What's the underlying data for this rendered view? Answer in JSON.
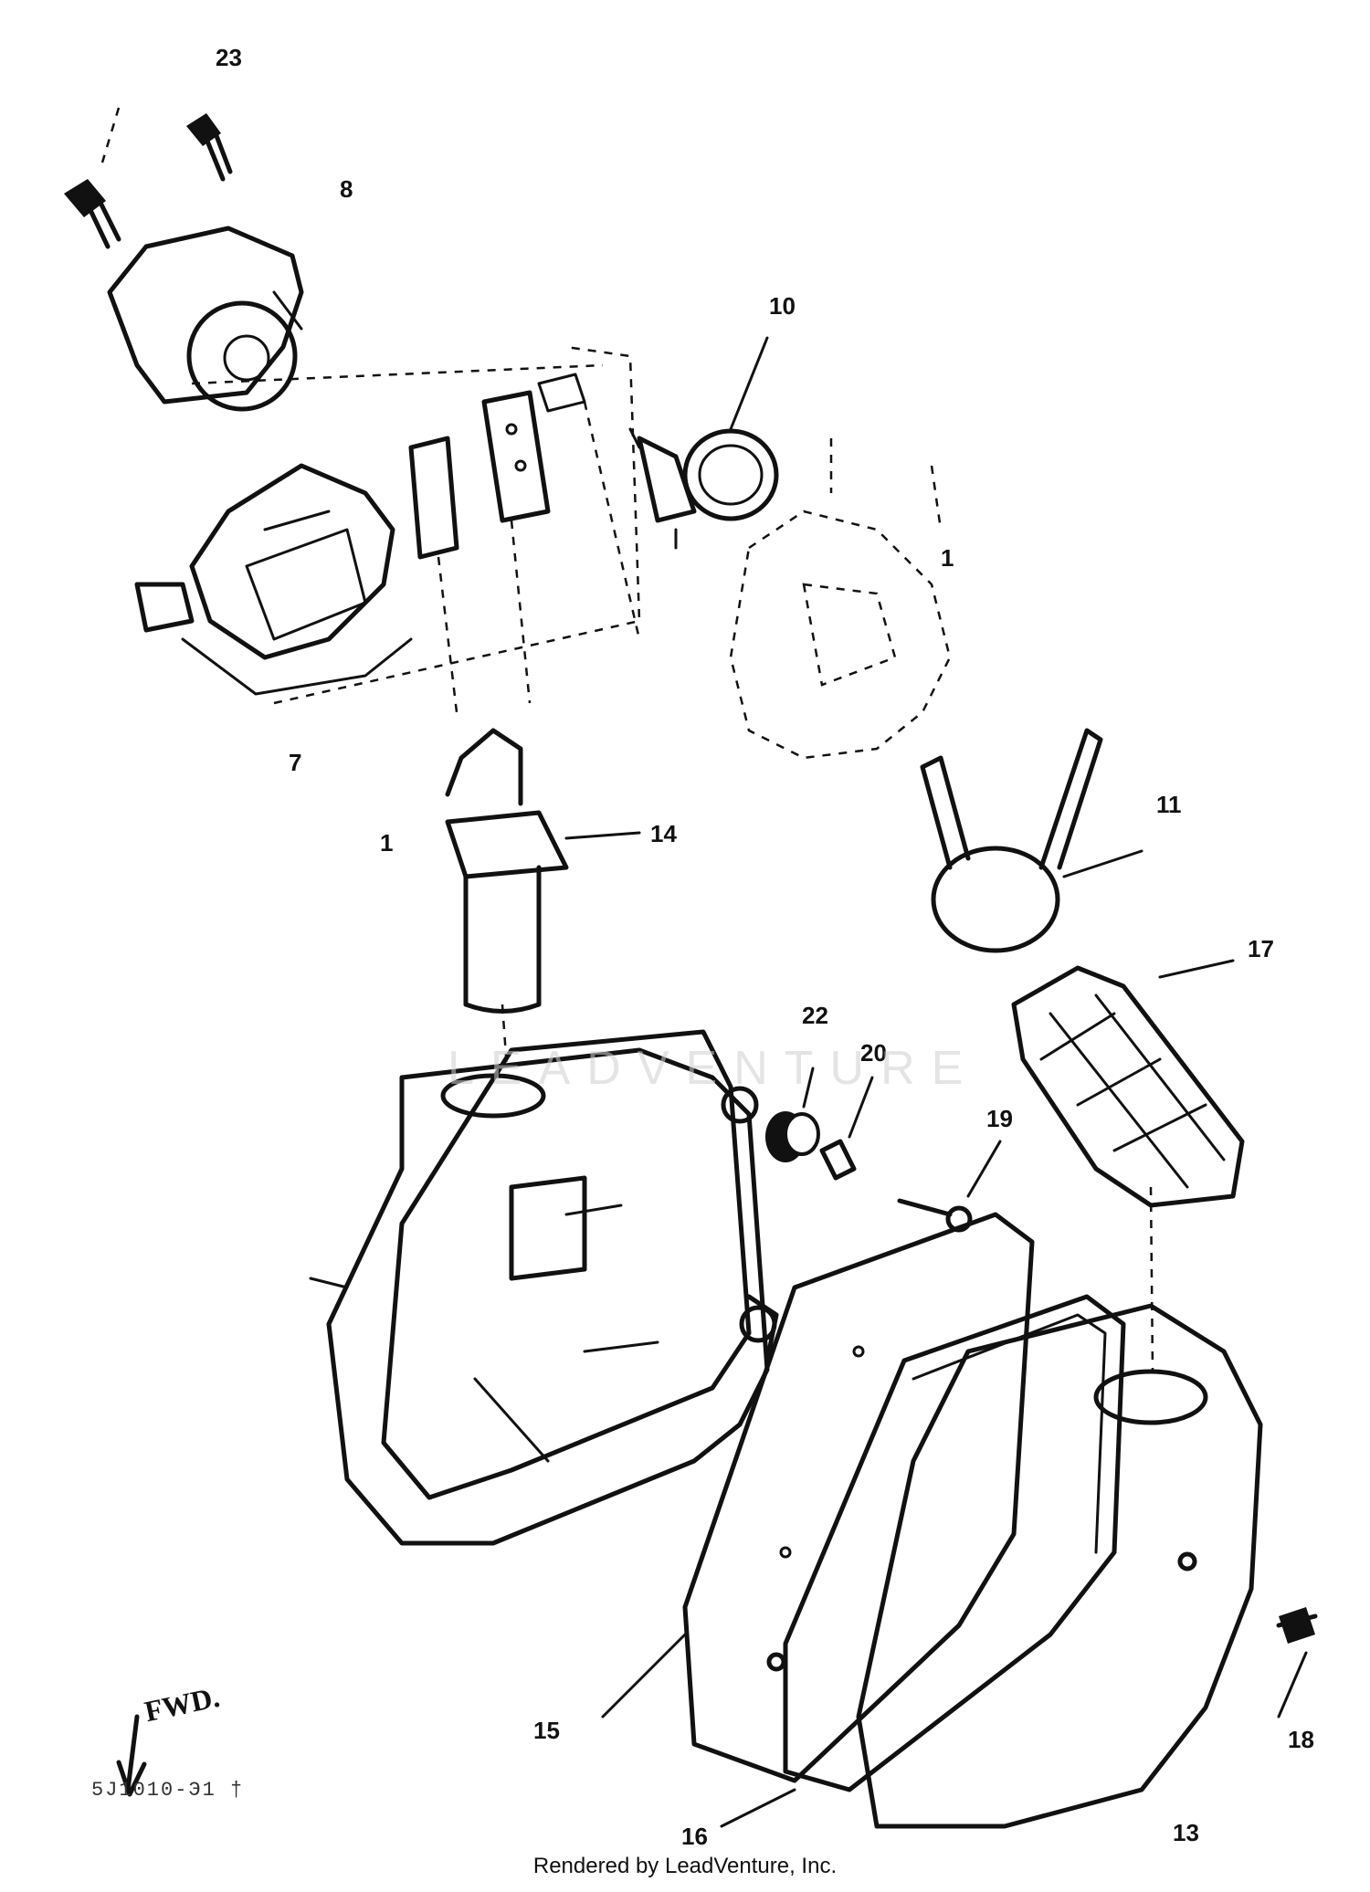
{
  "callouts": [
    {
      "id": "c23a",
      "text": "23"
    },
    {
      "id": "c8",
      "text": "8"
    },
    {
      "id": "c10",
      "text": "10"
    },
    {
      "id": "c1a",
      "text": "1"
    },
    {
      "id": "c7",
      "text": "7"
    },
    {
      "id": "c1b",
      "text": "1"
    },
    {
      "id": "c14",
      "text": "14"
    },
    {
      "id": "c11",
      "text": "11"
    },
    {
      "id": "c17",
      "text": "17"
    },
    {
      "id": "c22",
      "text": "22"
    },
    {
      "id": "c20",
      "text": "20"
    },
    {
      "id": "c19",
      "text": "19"
    },
    {
      "id": "c15",
      "text": "15"
    },
    {
      "id": "c16",
      "text": "16"
    },
    {
      "id": "c13",
      "text": "13"
    },
    {
      "id": "c18",
      "text": "18"
    }
  ],
  "fwd_label": "FWD.",
  "diagram_code": "5J1010-Э1 †",
  "watermark": "LEADVENTURE",
  "footer": "Rendered by LeadVenture, Inc."
}
